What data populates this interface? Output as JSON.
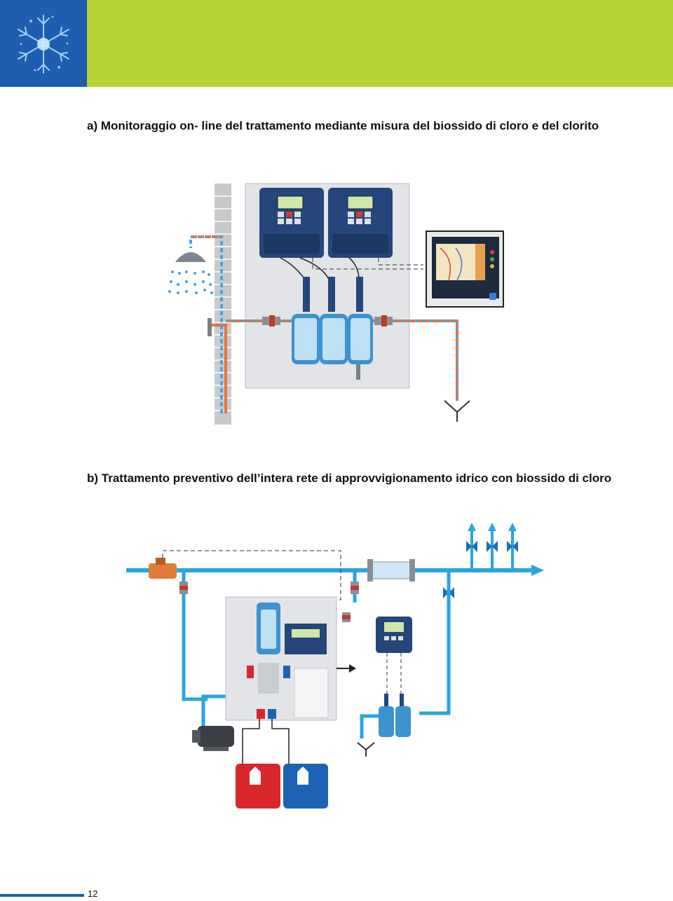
{
  "header": {
    "logo_icon": "snowflake-water-icon",
    "band_color": "#b5d334",
    "logo_color": "#1f5db0"
  },
  "sections": [
    {
      "id": "a",
      "title": "a) Monitoraggio on- line del trattamento mediante misura del biossido di cloro e del clorito"
    },
    {
      "id": "b",
      "title": "b) Trattamento preventivo dell’intera rete di approvvigionamento idrico con biossido di cloro"
    }
  ],
  "figures": {
    "a": {
      "icons": [
        "shower-head-icon",
        "controller-unit-icon",
        "controller-unit-icon",
        "chart-recorder-icon",
        "sensor-flow-cell-icon",
        "drain-icon",
        "brick-wall-icon"
      ],
      "colors": {
        "pipe_orange": "#e8743b",
        "pipe_blue": "#4aa3df",
        "panel": "#dfe2e6",
        "controller": "#24467a"
      }
    },
    "b": {
      "icons": [
        "main-water-pipe-icon",
        "water-meter-icon",
        "flow-direction-arrow-icon",
        "valve-icon",
        "static-mixer-icon",
        "dosing-system-panel-icon",
        "controller-unit-icon",
        "sensor-flow-cell-icon",
        "pump-icon",
        "chemical-tank-red-icon",
        "chemical-tank-blue-icon",
        "drain-icon"
      ],
      "colors": {
        "pipe_blue": "#2aa5e0",
        "tank_red": "#d8262b",
        "tank_blue": "#1d63b3",
        "controller": "#24467a"
      }
    }
  },
  "footer": {
    "page_number": "12"
  }
}
